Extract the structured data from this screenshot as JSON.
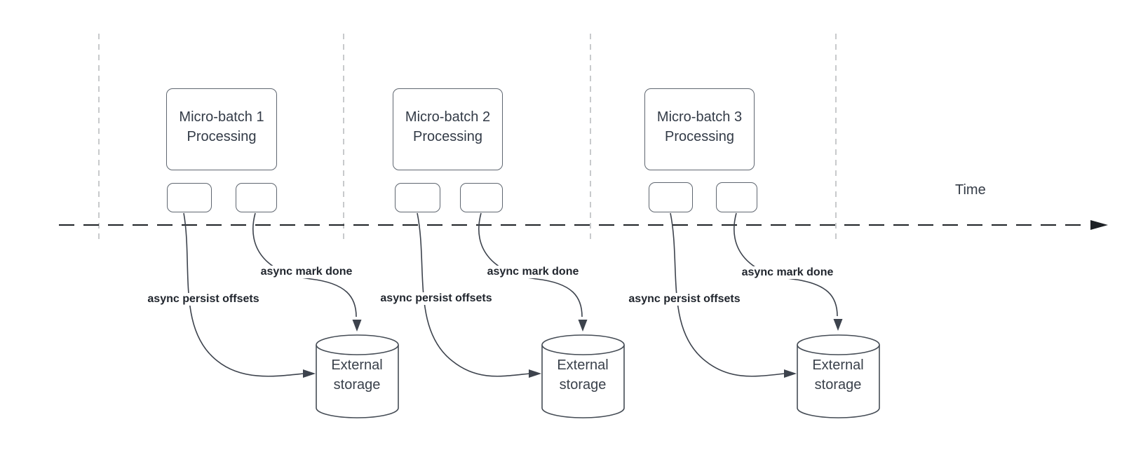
{
  "diagram": {
    "time_label": "Time",
    "sections": [
      {
        "processing_label": "Micro-batch 1\nProcessing",
        "persist_label": "async persist offsets",
        "mark_done_label": "async mark done",
        "storage_label": "External\nstorage"
      },
      {
        "processing_label": "Micro-batch 2\nProcessing",
        "persist_label": "async persist offsets",
        "mark_done_label": "async mark done",
        "storage_label": "External\nstorage"
      },
      {
        "processing_label": "Micro-batch 3\nProcessing",
        "persist_label": "async persist offsets",
        "mark_done_label": "async mark done",
        "storage_label": "External\nstorage"
      }
    ],
    "colors": {
      "background": "#ffffff",
      "connector_line": "#3d434d",
      "timeline": "#1e2126",
      "guide_line": "#b5b8bc",
      "box_border": "#5f6670",
      "cylinder_border": "#454c55",
      "bold_label_text": "#21262e",
      "shape_text": "#333b47"
    }
  }
}
